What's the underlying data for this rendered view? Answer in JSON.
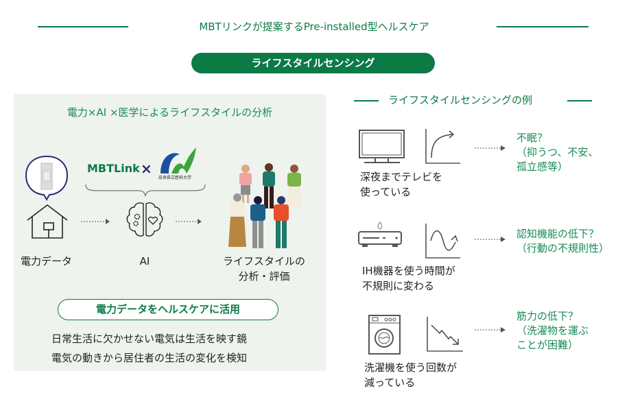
{
  "header": {
    "title": "MBTリンクが提案するPre-installed型ヘルスケア",
    "pill": "ライフスタイルセンシング"
  },
  "left": {
    "subtitle": "電力×AI ×医学によるライフスタイルの分析",
    "logo_mbt": "MBTLink",
    "times": "×",
    "logo_univ": "奈良県立医科大学",
    "label_power": "電力データ",
    "label_ai": "AI",
    "label_life_1": "ライフスタイルの",
    "label_life_2": "分析・評価",
    "cta": "電力データをヘルスケアに活用",
    "line1": "日常生活に欠かせない電気は生活を映す鏡",
    "line2": "電気の動きから居住者の生活の変化を検知"
  },
  "right": {
    "title": "ライフスタイルセンシングの例",
    "examples": [
      {
        "icon": "tv-icon",
        "trend": "rising",
        "cond1": "深夜までテレビを",
        "cond2": "使っている",
        "res1": "不眠？",
        "res2": "（抑うつ、不安、",
        "res3": "孤立感等）"
      },
      {
        "icon": "ih-cooker-icon",
        "trend": "wave",
        "cond1": "IH機器を使う時間が",
        "cond2": "不規則に変わる",
        "res1": "認知機能の低下？",
        "res2": "（行動の不規則性）",
        "res3": ""
      },
      {
        "icon": "washing-machine-icon",
        "trend": "falling",
        "cond1": "洗濯機を使う回数が",
        "cond2": "減っている",
        "res1": "筋力の低下？",
        "res2": "（洗濯物を運ぶ",
        "res3": "ことが困難）"
      }
    ]
  },
  "colors": {
    "green": "#0b7a45",
    "panel": "#eef3ee"
  }
}
